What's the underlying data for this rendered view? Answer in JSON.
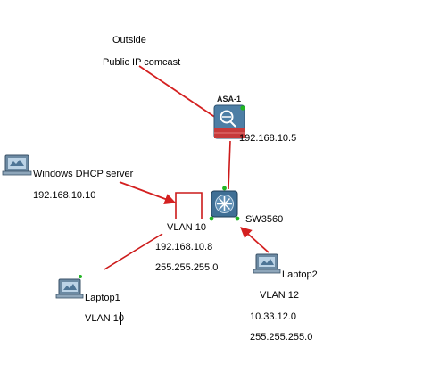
{
  "diagram": {
    "outside": {
      "label": "Outside",
      "sublabel": "Public IP comcast"
    },
    "asa": {
      "name": "ASA-1",
      "ip": "192.168.10.5",
      "icon": "firewall-icon"
    },
    "dhcp_server": {
      "name": "Windows DHCP server",
      "ip": "192.168.10.10",
      "icon": "server-pc-icon"
    },
    "switch": {
      "name": "SW3560",
      "icon": "multilayer-switch-icon",
      "svi_vlan": "VLAN 10",
      "svi_ip": "192.168.10.8",
      "svi_mask": "255.255.255.0"
    },
    "laptop1": {
      "name": "Laptop1",
      "vlan": "VLAN 10",
      "icon": "laptop-icon"
    },
    "laptop2": {
      "name": "Laptop2",
      "vlan": "VLAN 12",
      "network": "10.33.12.0",
      "mask": "255.255.255.0",
      "icon": "laptop-icon"
    },
    "colors": {
      "link": "#cc1a1a",
      "arrow": "#d42020",
      "port_up": "#22b522",
      "device_blue": "#3f6f95",
      "firewall_red": "#c63a3a"
    }
  }
}
